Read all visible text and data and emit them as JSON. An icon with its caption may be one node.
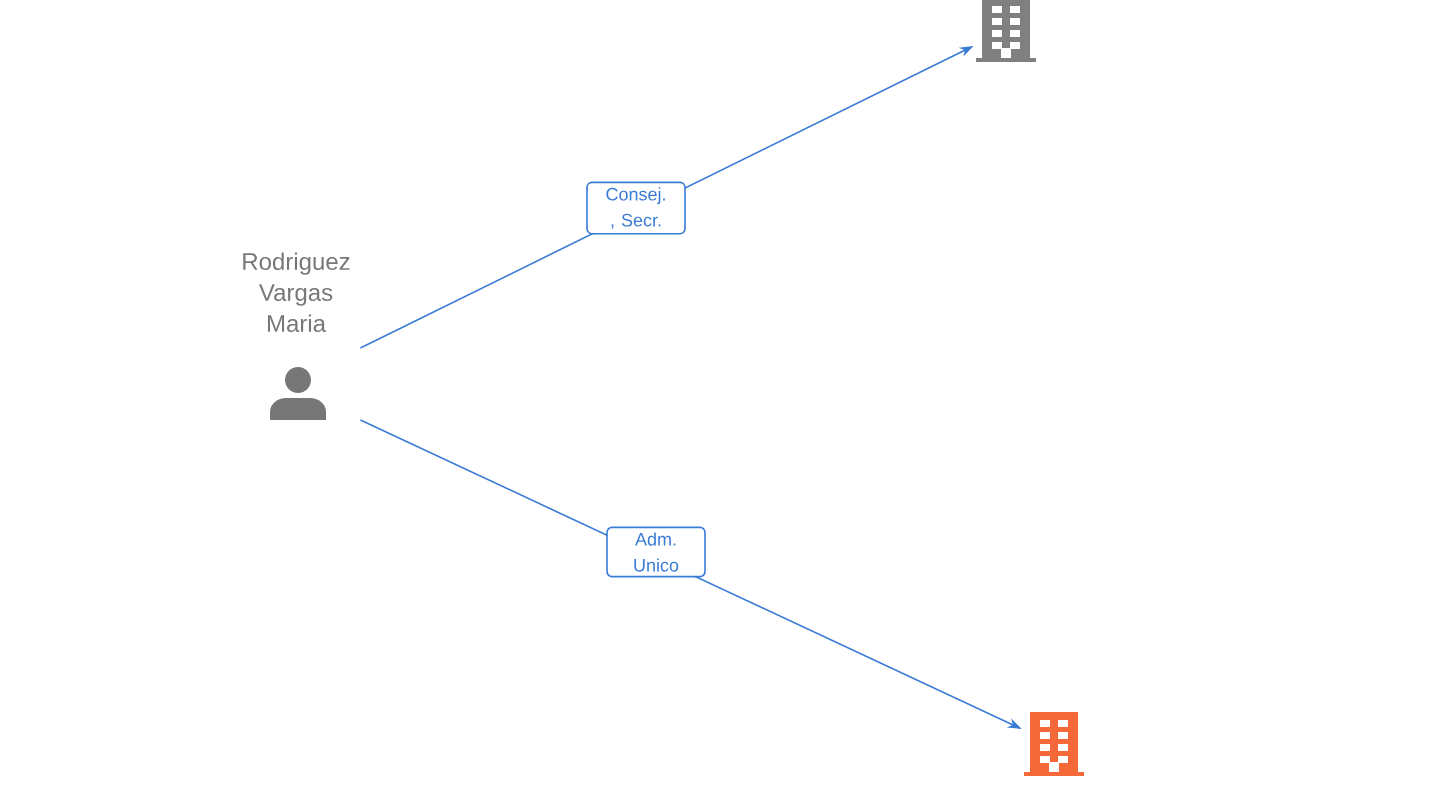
{
  "diagram": {
    "nodes": [
      {
        "text": [
          "Rodriguez Vargas Maria"
        ]
      },
      {
        "text": [],
        "shape": "building"
      },
      {
        "text": [],
        "shape": "building"
      }
    ],
    "edges": [
      {
        "from": 0,
        "to": 1,
        "arrow": "to",
        "label": "Consej. , Secr."
      },
      {
        "from": 0,
        "to": 2,
        "arrow": "to",
        "label": "Adm. Unico"
      }
    ]
  }
}
